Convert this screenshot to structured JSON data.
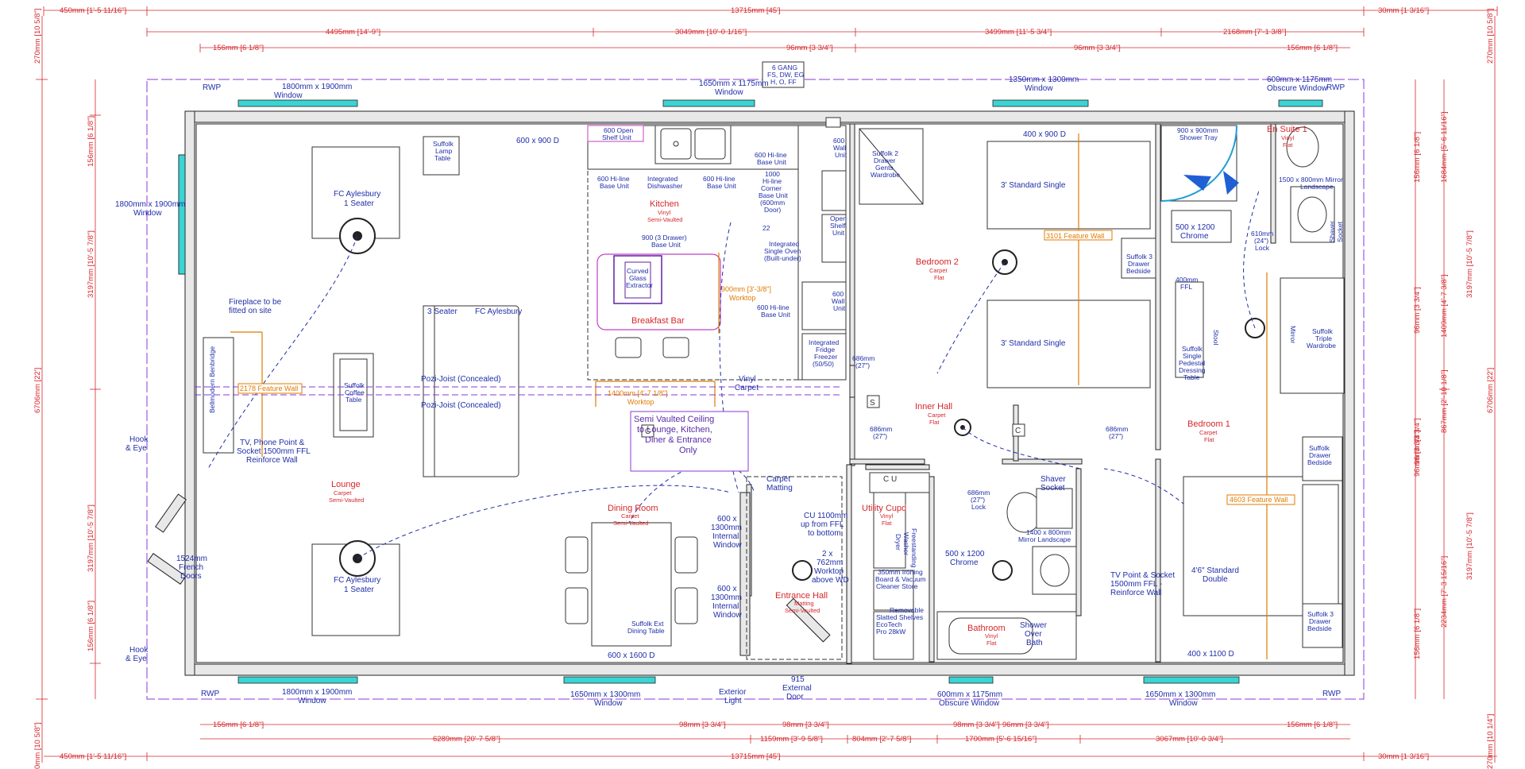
{
  "dimensions": {
    "top_overall": [
      "450mm [1'-5 11/16\"]",
      "13715mm [45']",
      "30mm [1 3/16\"]"
    ],
    "top_sections": [
      "4495mm [14'-9\"]",
      "3049mm [10'-0 1/16\"]",
      "3499mm [11'-5 3/4\"]",
      "2168mm [7'-1 3/8\"]"
    ],
    "top_offsets": [
      "156mm [6 1/8\"]",
      "96mm [3 3/4\"]",
      "96mm [3 3/4\"]",
      "156mm [6 1/8\"]"
    ],
    "bottom_offsets": [
      "156mm [6 1/8\"]",
      "98mm [3 3/4\"]",
      "98mm [3 3/4\"]",
      "98mm [3 3/4\"]",
      "96mm [3 3/4\"]",
      "156mm [6 1/8\"]"
    ],
    "bottom_sections": [
      "6289mm [20'-7 5/8\"]",
      "1159mm [3'-9 5/8\"]",
      "804mm [2'-7 5/8\"]",
      "1700mm [5'-6 15/16\"]",
      "3067mm [10'-0 3/4\"]"
    ],
    "bottom_overall": [
      "450mm [1'-5 11/16\"]",
      "13715mm [45']",
      "30mm [1 3/16\"]"
    ],
    "left_outer": [
      "270mm [10 5/8\"]",
      "6706mm [22']",
      "0mm [10 5/8\"]"
    ],
    "left_inner": [
      "156mm [6 1/8\"]",
      "3197mm [10'-5 7/8\"]",
      "3197mm [10'-5 7/8\"]",
      "156mm [6 1/8\"]"
    ],
    "right_outer": [
      "270mm [10 5/8\"]",
      "6706mm [22']",
      "270mm [10 1/4\"]"
    ],
    "right_inner": [
      "156mm [6 1/8\"]",
      "1684mm [5'-6 11/16\"]",
      "96mm [3 3/4\"]",
      "1409mm [4'-7 3/8\"]",
      "96mm [3 3/4\"]",
      "867mm [2'-10 1/8\"]",
      "96mm [3 3/4\"]",
      "2234mm [7'-3 15/16\"]",
      "156mm [6 1/8\"]"
    ],
    "right_far": [
      "3197mm [10'-5 7/8\"]",
      "3197mm [10'-5 7/8\"]"
    ]
  },
  "rooms": {
    "kitchen": {
      "name": "Kitchen",
      "finish": "Vinyl",
      "ceiling": "Semi-Vaulted"
    },
    "lounge": {
      "name": "Lounge",
      "finish": "Carpet",
      "ceiling": "Semi-Vaulted"
    },
    "dining": {
      "name": "Dining Room",
      "finish": "Carpet",
      "ceiling": "Semi-Vaulted"
    },
    "bedroom2": {
      "name": "Bedroom 2",
      "finish": "Carpet",
      "floor": "Flat"
    },
    "bedroom1": {
      "name": "Bedroom 1",
      "finish": "Carpet",
      "floor": "Flat"
    },
    "ensuite": {
      "name": "En Suite 1",
      "finish": "Vinyl",
      "floor": "Flat"
    },
    "inner_hall": {
      "name": "Inner Hall",
      "finish": "Carpet",
      "floor": "Flat"
    },
    "entrance": {
      "name": "Entrance Hall",
      "finish": "Matting",
      "ceiling": "Semi-Vaulted"
    },
    "utility": {
      "name": "Utility Cupd",
      "finish": "Vinyl",
      "floor": "Flat"
    },
    "bathroom": {
      "name": "Bathroom",
      "finish": "Vinyl",
      "floor": "Flat"
    }
  },
  "windows": {
    "w_top_left": "1800mm x 1900mm",
    "w_top_kitchen": "1650mm x 1175mm",
    "w_top_bed2": "1350mm x 1300mm",
    "w_top_ensuite": "600mm x 1175mm",
    "w_bottom_left": "1800mm x 1900mm",
    "w_bottom_dining": "1650mm x 1300mm",
    "w_bottom_bath": "600mm x 1175mm",
    "w_bottom_bed1": "1650mm x 1300mm",
    "w_left": "1800mm x 1900mm",
    "window_word": "Window",
    "obscure_window": "Obscure Window",
    "rwp": "RWP"
  },
  "labels": {
    "sign_box": [
      "6 GANG",
      "FS, DW, EG",
      "H, O, FF"
    ],
    "wall_radiator_top": "600 x 900 D",
    "rad_bed2": "400 x 900 D",
    "rad_bottom_dining": "600 x 1600 D",
    "rad_bottom_bed1": "400 x 1100 D",
    "fc_top": [
      "FC Aylesbury",
      "1 Seater"
    ],
    "fc_bottom": [
      "FC Aylesbury",
      "1 Seater"
    ],
    "sofa": [
      "3 Seater",
      "FC Aylesbury"
    ],
    "lamp_table": [
      "Suffolk",
      "Lamp",
      "Table"
    ],
    "coffee_table": [
      "Suffolk",
      "Coffee",
      "Table"
    ],
    "pozi": [
      "Pozi-Joist (Concealed)",
      "Pozi-Joist (Concealed)"
    ],
    "feature_wall_lounge": "2178 Feature Wall",
    "fireplace": [
      "Fireplace to be",
      "fitted on site"
    ],
    "bench": "Bellmodern Benbridge",
    "tv_lounge": [
      "TV, Phone Point &",
      "Socket 1500mm FFL",
      "Reinforce Wall"
    ],
    "hook_top": [
      "Hook",
      "& Eye"
    ],
    "hook_bottom": [
      "Hook",
      "& Eye"
    ],
    "french_doors": [
      "1524mm",
      "French",
      "Doors"
    ],
    "semi_vaulted": [
      "Semi Vaulted Ceiling",
      "to Lounge, Kitchen,",
      "Diner & Entrance",
      "Only"
    ],
    "breakfast_bar": "Breakfast Bar",
    "gas_extractor": [
      "Curved",
      "Glass",
      "Extractor"
    ],
    "worktop_island": [
      "900mm [3'-3/8\"]",
      "Worktop"
    ],
    "worktop_lower": [
      "1400mm [4'-7 1/8\"]",
      "Worktop"
    ],
    "vinyl_carpet": [
      "Vinyl",
      "Carpet"
    ],
    "kit_units": {
      "open_shelf": [
        "600 Open",
        "Shelf Unit"
      ],
      "hi_line1": [
        "600 Hi-line",
        "Base Unit"
      ],
      "int_dish": [
        "Integrated",
        "Dishwasher"
      ],
      "hi_line2": [
        "600 Hi-line",
        "Base Unit"
      ],
      "hi_line3": [
        "600 Hi-line",
        "Base Unit"
      ],
      "corner": [
        "1000",
        "Hi-line",
        "Corner",
        "Base Unit",
        "(600mm",
        "Door)"
      ],
      "drawer": [
        "900 (3 Drawer)",
        "Base Unit"
      ],
      "wall_unit": [
        "600",
        "Wall",
        "Unit"
      ],
      "open_shelf2": [
        "Open",
        "Shelf",
        "Unit"
      ],
      "oven": [
        "Integrated",
        "Single Oven",
        "(Built-under)"
      ],
      "wall_unit2": [
        "600",
        "Wall",
        "Unit"
      ],
      "hi_line4": [
        "600 Hi-line",
        "Base Unit"
      ],
      "fridge": [
        "Integrated",
        "Fridge",
        "Freezer",
        "(50/50)"
      ],
      "num22": "22"
    },
    "wardrobe_gents": [
      "Suffolk 2",
      "Drawer",
      "Gents",
      "Wardrobe"
    ],
    "bed_single1": "3' Standard Single",
    "bed_single2": "3' Standard Single",
    "feature_wall_bed2": "3101 Feature Wall",
    "bedside_bed2": [
      "Suffolk 3",
      "Drawer",
      "Bedside"
    ],
    "dressing_table": [
      "Suffolk",
      "Single",
      "Pedestal",
      "Dressing",
      "Table"
    ],
    "stool": "Stool",
    "ffl": [
      "400mm",
      "FFL"
    ],
    "door_686_a": [
      "686mm",
      "(27\")"
    ],
    "door_686_b": [
      "686mm",
      "(27\")"
    ],
    "door_686_c": [
      "686mm",
      "(27\")"
    ],
    "door_686_lock": [
      "686mm",
      "(27\")",
      "Lock"
    ],
    "door_610": [
      "610mm",
      "(24\")",
      "Lock"
    ],
    "shower_tray": [
      "900 x 900mm",
      "Shower Tray"
    ],
    "mirror_landscape_ens": [
      "1500 x 800mm Mirror",
      "Landscape"
    ],
    "chrome_ens": [
      "500 x 1200",
      "Chrome"
    ],
    "shaver_socket_ens": [
      "Shaver",
      "Socket"
    ],
    "mirror_word": "Mirror",
    "triple_wardrobe": [
      "Suffolk",
      "Triple",
      "Wardrobe"
    ],
    "bedside_b1_top": [
      "Suffolk",
      "Drawer",
      "Bedside"
    ],
    "bedside_b1_bottom": [
      "Suffolk 3",
      "Drawer",
      "Bedside"
    ],
    "feature_wall_bed1": "4603 Feature Wall",
    "bed_double": [
      "4'6\" Standard",
      "Double"
    ],
    "tv_bed1": [
      "TV Point & Socket",
      "1500mm FFL -",
      "Reinforce Wall"
    ],
    "shaver_bath": [
      "Shaver",
      "Socket"
    ],
    "mirror_bath": [
      "1400 x 800mm",
      "Mirror Landscape"
    ],
    "chrome_bath": [
      "500 x 1200",
      "Chrome"
    ],
    "shower_over_bath": [
      "Shower",
      "Over",
      "Bath"
    ],
    "dining_table": [
      "Suffolk Ext",
      "Dining Table"
    ],
    "int_window1": [
      "600 x",
      "1300mm",
      "Internal",
      "Window"
    ],
    "int_window2": [
      "600 x",
      "1300mm",
      "Internal",
      "Window"
    ],
    "carpet_matting": [
      "Carpet",
      "Matting"
    ],
    "cu": [
      "CU 1100mm",
      "up from FFL",
      "to bottom"
    ],
    "worktop_wd": [
      "2 x",
      "762mm",
      "Worktop",
      "above WD"
    ],
    "washer_dryer": [
      "Freestanding",
      "Washer",
      "Dryer"
    ],
    "ironing": [
      "350mm Ironing",
      "Board & Vacuum",
      "Cleaner Store"
    ],
    "shelves": [
      "Removable",
      "Slatted Shelves"
    ],
    "boiler": [
      "EcoTech",
      "Pro 28kW"
    ],
    "cu_letters": "C  U",
    "ext_light": [
      "Exterior",
      "Light"
    ],
    "ext_door": [
      "915",
      "External",
      "Door"
    ],
    "c_mark": "C",
    "s_mark": "S"
  }
}
